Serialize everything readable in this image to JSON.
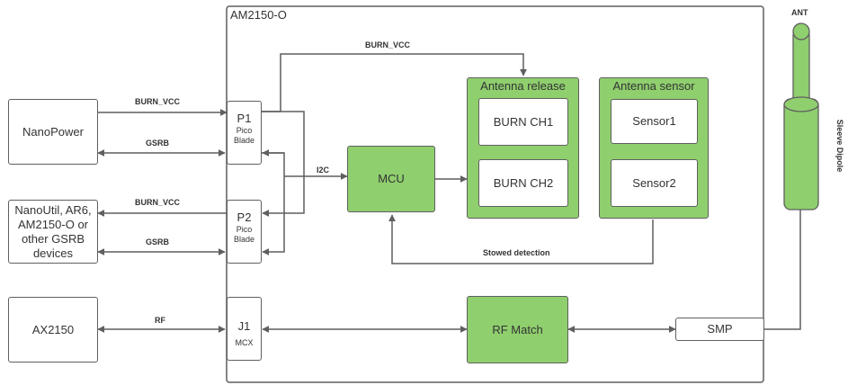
{
  "frame": {
    "title": "AM2150-O"
  },
  "external": {
    "nanopower": "NanoPower",
    "nanoutil": "NanoUtil, AR6, AM2150-O or other GSRB devices",
    "ax2150": "AX2150"
  },
  "connectors": {
    "p1": {
      "name": "P1",
      "sub": "Pico Blade"
    },
    "p2": {
      "name": "P2",
      "sub": "Pico Blade"
    },
    "j1": {
      "name": "J1",
      "sub": "MCX"
    }
  },
  "blocks": {
    "mcu": "MCU",
    "antenna_release": {
      "title": "Antenna release",
      "ch1": "BURN CH1",
      "ch2": "BURN CH2"
    },
    "antenna_sensor": {
      "title": "Antenna sensor",
      "s1": "Sensor1",
      "s2": "Sensor2"
    },
    "rf_match": "RF Match",
    "smp": "SMP"
  },
  "antenna": {
    "label": "ANT",
    "type": "Sleeve Dipole"
  },
  "signals": {
    "burn_vcc_top": "BURN_VCC",
    "burn_vcc_p1": "BURN_VCC",
    "gsrb_p1": "GSRB",
    "burn_vcc_p2": "BURN_VCC",
    "gsrb_p2": "GSRB",
    "i2c": "I2C",
    "rf": "RF",
    "stowed": "Stowed detection"
  },
  "colors": {
    "block_fill": "#8fcf6e",
    "line": "#5f5f5f",
    "text": "#333333"
  }
}
